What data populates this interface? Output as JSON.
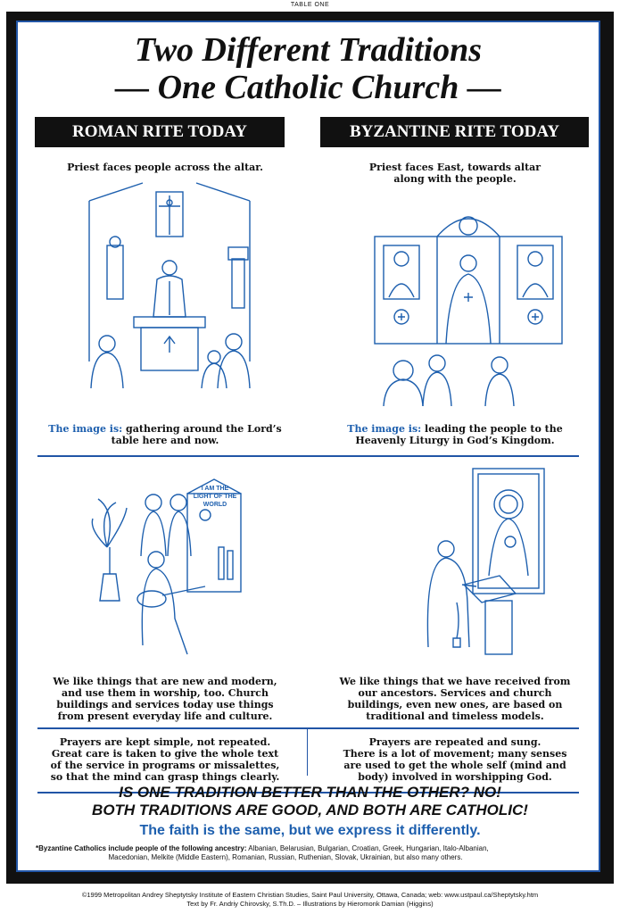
{
  "top_tag": "TABLE ONE",
  "title": {
    "line1": "Two Different Traditions",
    "line2": "— One Catholic Church —"
  },
  "columns": {
    "left_header": "ROMAN RITE TODAY",
    "right_header": "BYZANTINE RITE TODAY"
  },
  "row1": {
    "left_caption": "Priest faces people across the altar.",
    "right_caption_1": "Priest faces East, towards altar",
    "right_caption_2": "along with the people.",
    "left_image_label": "The image is:",
    "left_image_text_1": " gathering around the Lord’s",
    "left_image_text_2": "table here and now.",
    "right_image_label": "The image is:",
    "right_image_text_1": " leading the people to the",
    "right_image_text_2": "Heavenly Liturgy in God’s Kingdom."
  },
  "row2": {
    "banner_text": "I AM THE LIGHT OF THE WORLD",
    "left_lines": [
      "We like things that are new and modern,",
      "and use them in worship, too. Church",
      "buildings and services today use things",
      "from present everyday life and culture."
    ],
    "right_lines": [
      "We like things that we have received from",
      "our ancestors. Services and church",
      "buildings, even new ones, are based on",
      "traditional and timeless models."
    ]
  },
  "row3": {
    "left_lines": [
      "Prayers are kept simple, not repeated.",
      "Great care is taken to give the whole text",
      "of the service in programs or missalettes,",
      "so that the mind can grasp things clearly."
    ],
    "right_lines": [
      "Prayers are repeated and sung.",
      "There is a lot of movement; many senses",
      "are used to get the whole self  (mind and",
      "body) involved in worshipping God."
    ]
  },
  "conclusion": {
    "q1": "IS ONE TRADITION BETTER THAN THE OTHER? NO!",
    "q2": "BOTH TRADITIONS ARE GOOD, AND BOTH ARE CATHOLIC!",
    "faith": "The faith is the same, but we express it differently.",
    "footnote_bold": "*Byzantine Catholics include people of the following ancestry:",
    "footnote_rest_1": " Albanian, Belarusian, Bulgarian, Croatian, Greek, Hungarian, Italo-Albanian,",
    "footnote_rest_2": "Macedonian, Melkite (Middle Eastern), Romanian, Russian, Ruthenian, Slovak, Ukrainian, but also many others."
  },
  "credits": {
    "line1": "©1999  Metropolitan Andrey Sheptytsky Institute of Eastern Christian Studies, Saint Paul University, Ottawa, Canada; web: www.ustpaul.ca/Sheptytsky.htm",
    "line2": "Text by Fr. Andriy Chirovsky, S.Th.D.  –  Illustrations by Hieromonk Damian (Higgins)"
  },
  "colors": {
    "accent_blue": "#1d5fae",
    "frame_black": "#111111"
  }
}
